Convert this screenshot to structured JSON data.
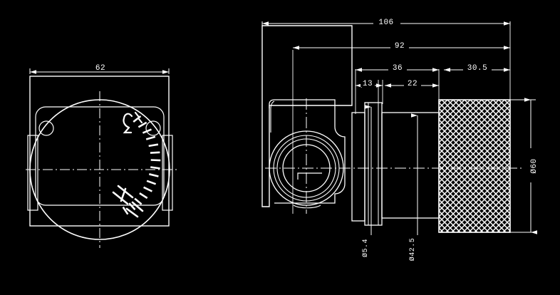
{
  "drawing": {
    "title": "mechanical-part-orthographic-drawing",
    "background_color": "#000000",
    "line_color": "#ffffff",
    "views": [
      {
        "name": "front-view",
        "label": "front view with rotary dial"
      },
      {
        "name": "side-view",
        "label": "side section view with knurled cylinder"
      }
    ]
  },
  "dimensions": {
    "front_width": "62",
    "overall_length": "106",
    "length_92": "92",
    "length_36": "36",
    "length_30_5": "30.5",
    "length_13": "13",
    "length_22": "22",
    "dia_5_4": "Ø5.4",
    "dia_42_5": "Ø42.5",
    "dia_60": "Ø60"
  },
  "symbols": {
    "flow_min": "flow-min-icon",
    "flow_max": "flow-max-icon",
    "scale_ticks": "dial-scale-ticks"
  },
  "colors": {
    "background": "#000000",
    "lines": "#ffffff",
    "text": "#ffffff"
  }
}
